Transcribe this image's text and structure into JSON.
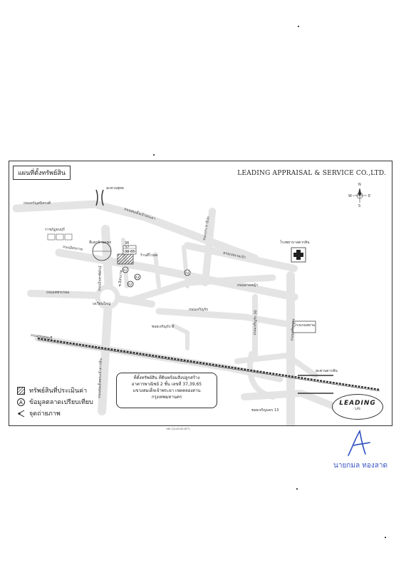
{
  "map": {
    "title": "แผนที่ตั้งทรัพย์สิน",
    "company": "LEADING APPRAISAL & SERVICE CO.,LTD.",
    "compass": {
      "n": "N",
      "s": "S",
      "e": "E",
      "w": "W"
    },
    "road_labels": [
      "สะพานพุทธ",
      "ถนนจรัญสนิทวงศ์",
      "ถนนสมเด็จเจ้าพระยา",
      "ตรอกสนามเป้า",
      "ถนนอิสรภาพ",
      "ถนนประชาธิปก",
      "ถนนลาดหญ้า",
      "ถนนเจริญรัถ",
      "ถนนกรุงธนบุรี",
      "ถนนเจริญนคร",
      "วงเวียนใหญ่",
      "ถนนอินทรพิทักษ์",
      "ถนนเพชรเกษม",
      "ซอยเจริญรัถ 8",
      "สะพานตากสิน",
      "ถนนสมเด็จพระเจ้าตากสิน",
      "ซอยเจริญนคร 13",
      "ถนนเจริญรัถ 30",
      "ราชภัฏธนบุรี",
      "สี่แยกบ้านแขก",
      "โรงพยาบาลตากสิน",
      "โรงแรมสยาม",
      "ซ.อิสรภาพ",
      "ร้านสีไวนพ"
    ],
    "landmark_numbers": [
      "36",
      "37",
      "38",
      "65"
    ],
    "comparable_labels": [
      "A1",
      "A2",
      "A3",
      "A4"
    ],
    "info_box": [
      "ที่ตั้งทรัพย์สิน ที่ดินพร้อมสิ่งปลูกสร้าง",
      "อาคารพาณิชย์ 2 ชั้น เลขที่ 37,39,65",
      "แขวงสมเด็จเจ้าพระยา เขตคลองสาน",
      "กรุงเทพมหานคร"
    ],
    "legend": [
      "ทรัพย์สินที่ประเมินค่า",
      "ข้อมูลตลาดเปรียบเทียบ",
      "จุดถ่ายภาพ"
    ],
    "logo": {
      "line1": "LEADING",
      "line2": "LAS"
    }
  },
  "reference": "รหัส (2/LAS-65-637)",
  "signer": "นายกมล ทองลาด"
}
